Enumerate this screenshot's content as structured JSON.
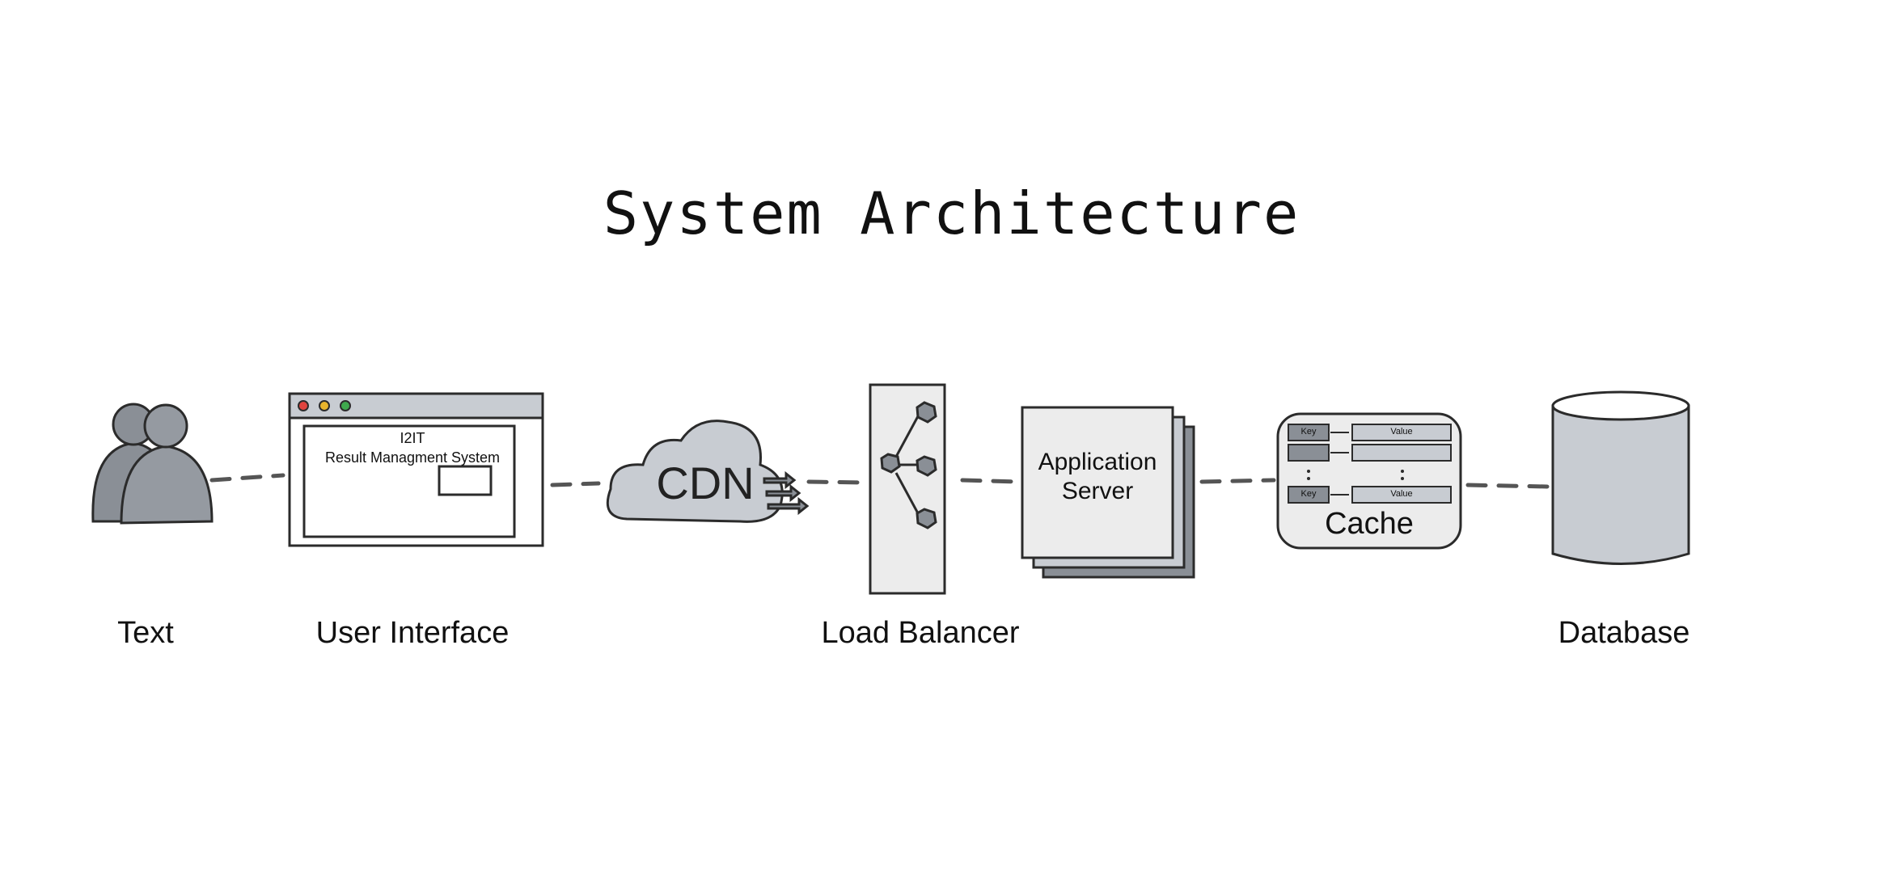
{
  "title": "System Architecture",
  "components": {
    "user": {
      "label": "Text"
    },
    "ui": {
      "label": "User Interface",
      "window_title": "I2IT",
      "window_subtitle": "Result Managment System"
    },
    "cdn": {
      "text": "CDN"
    },
    "lb": {
      "label": "Load Balancer"
    },
    "app": {
      "line1": "Application",
      "line2": "Server"
    },
    "cache": {
      "text": "Cache",
      "key_text": "Key",
      "value_text": "Value"
    },
    "db": {
      "label": "Database"
    }
  },
  "colors": {
    "fill_gray": "#c8ccd2",
    "dark_gray": "#8a8f96",
    "light_fill": "#ececec",
    "stroke": "#2b2b2b",
    "red": "#e0443e",
    "yellow": "#e8b42c",
    "green": "#3fa94d"
  }
}
